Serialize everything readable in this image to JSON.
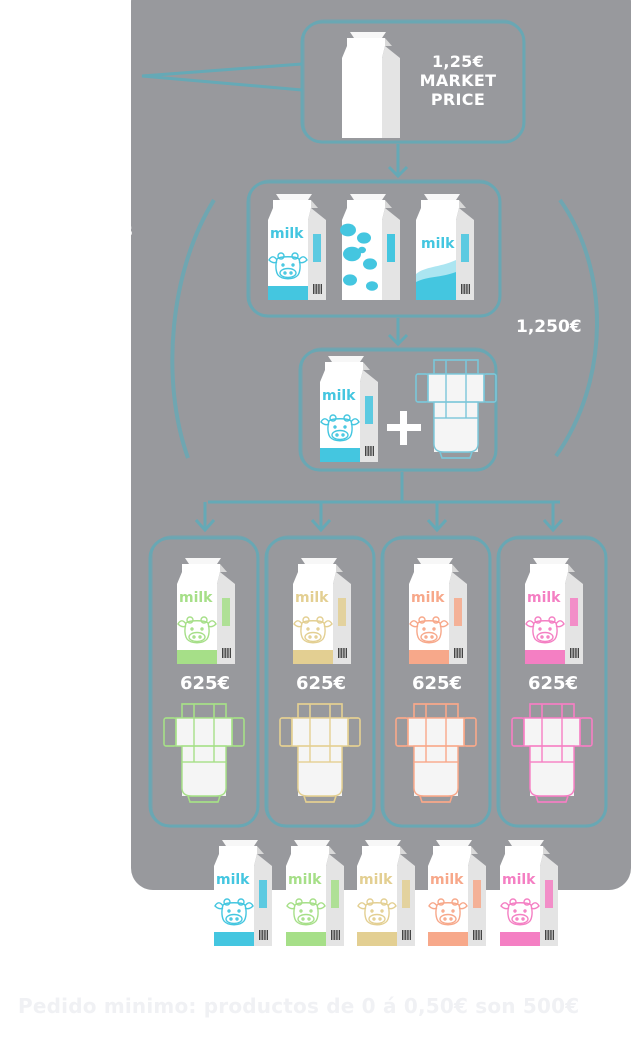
{
  "market": {
    "price": "1,25€",
    "line2": "MARKET",
    "line3": "PRICE"
  },
  "mid_price": "1,250€",
  "cut_text": "s",
  "columns": [
    {
      "price": "625€",
      "color": "#a6df88",
      "name": "green"
    },
    {
      "price": "625€",
      "color": "#e3cf92",
      "name": "beige"
    },
    {
      "price": "625€",
      "color": "#f7a88a",
      "name": "salmon"
    },
    {
      "price": "625€",
      "color": "#f47fc3",
      "name": "pink"
    }
  ],
  "carton_text": "milk",
  "brand_color": "#44c6e0",
  "footer": "Pedido minimo: productos de 0 á 0,50€ son 500€",
  "colors": {
    "panel": "#98999d",
    "line": "#65a9b6",
    "white": "#ffffff"
  }
}
